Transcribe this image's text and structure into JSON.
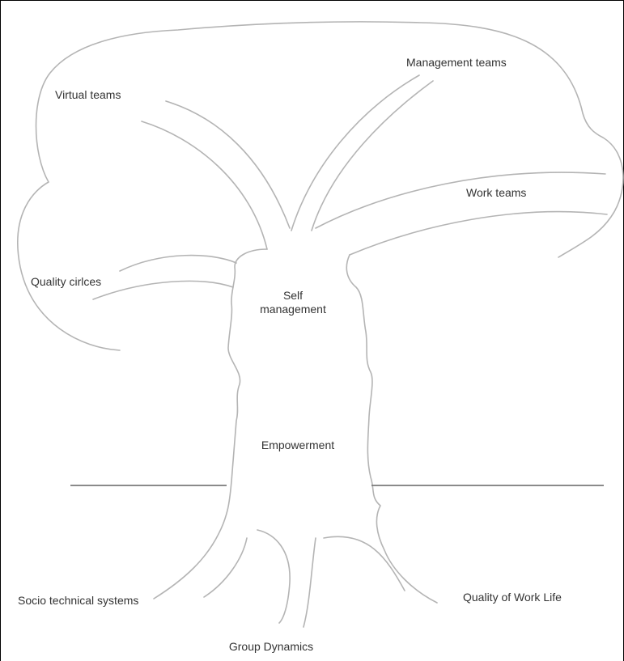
{
  "branches": {
    "virtual_teams": "Virtual teams",
    "management_teams": "Management teams",
    "work_teams": "Work teams",
    "quality_circles": "Quality cirlces"
  },
  "trunk": {
    "self_management_line1": "Self",
    "self_management_line2": "management",
    "empowerment": "Empowerment"
  },
  "roots": {
    "socio_technical_systems": "Socio technical systems",
    "group_dynamics": "Group Dynamics",
    "quality_of_work_life": "Quality of Work Life"
  }
}
